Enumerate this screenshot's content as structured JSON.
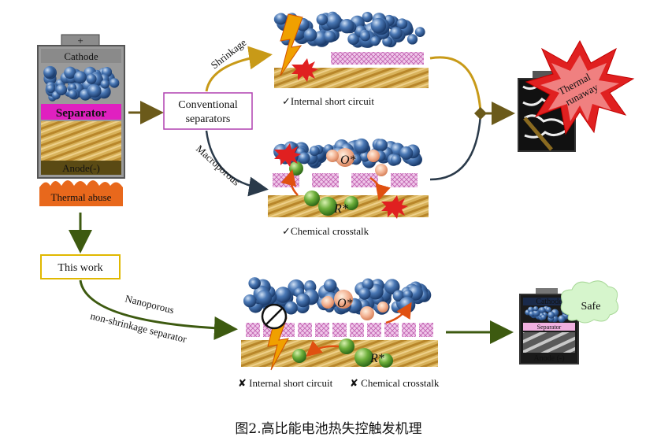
{
  "battery": {
    "plus": "+",
    "cathode": "Cathode",
    "separator": "Separator",
    "anode": "Anode(-)",
    "abuse": "Thermal abuse"
  },
  "boxes": {
    "conventional": [
      "Conventional",
      "separators"
    ],
    "this_work": "This work"
  },
  "arrows": {
    "shrinkage": "Shrinkage",
    "macroporous": "Macroporous",
    "nanoporous": "Nanoporous",
    "non_shrinkage": "non-shrinkage separator"
  },
  "results": {
    "short_circuit": "✓Internal short circuit",
    "crosstalk": "✓Chemical crosstalk",
    "bottom_short": "✘ Internal short circuit",
    "bottom_crosstalk": "✘ Chemical crosstalk"
  },
  "species": {
    "oxygen": "O*",
    "radical": "R*"
  },
  "outcomes": {
    "runaway": [
      "Thermal",
      "runaway"
    ],
    "safe": "Safe",
    "safe_cathode": "Cathode",
    "safe_separator": "Separator",
    "safe_anode": "Anode (-)"
  },
  "caption": "图2.高比能电池热失控触发机理",
  "colors": {
    "separator_magenta": "#e020c0",
    "arrow_olive": "#6b5a1a",
    "arrow_green": "#3d5a10",
    "abuse_orange": "#e8681c",
    "this_work_border": "#e0b800",
    "conventional_border": "#b040b0",
    "particle_blue": "#2a5590",
    "flame_red": "#e02020"
  }
}
